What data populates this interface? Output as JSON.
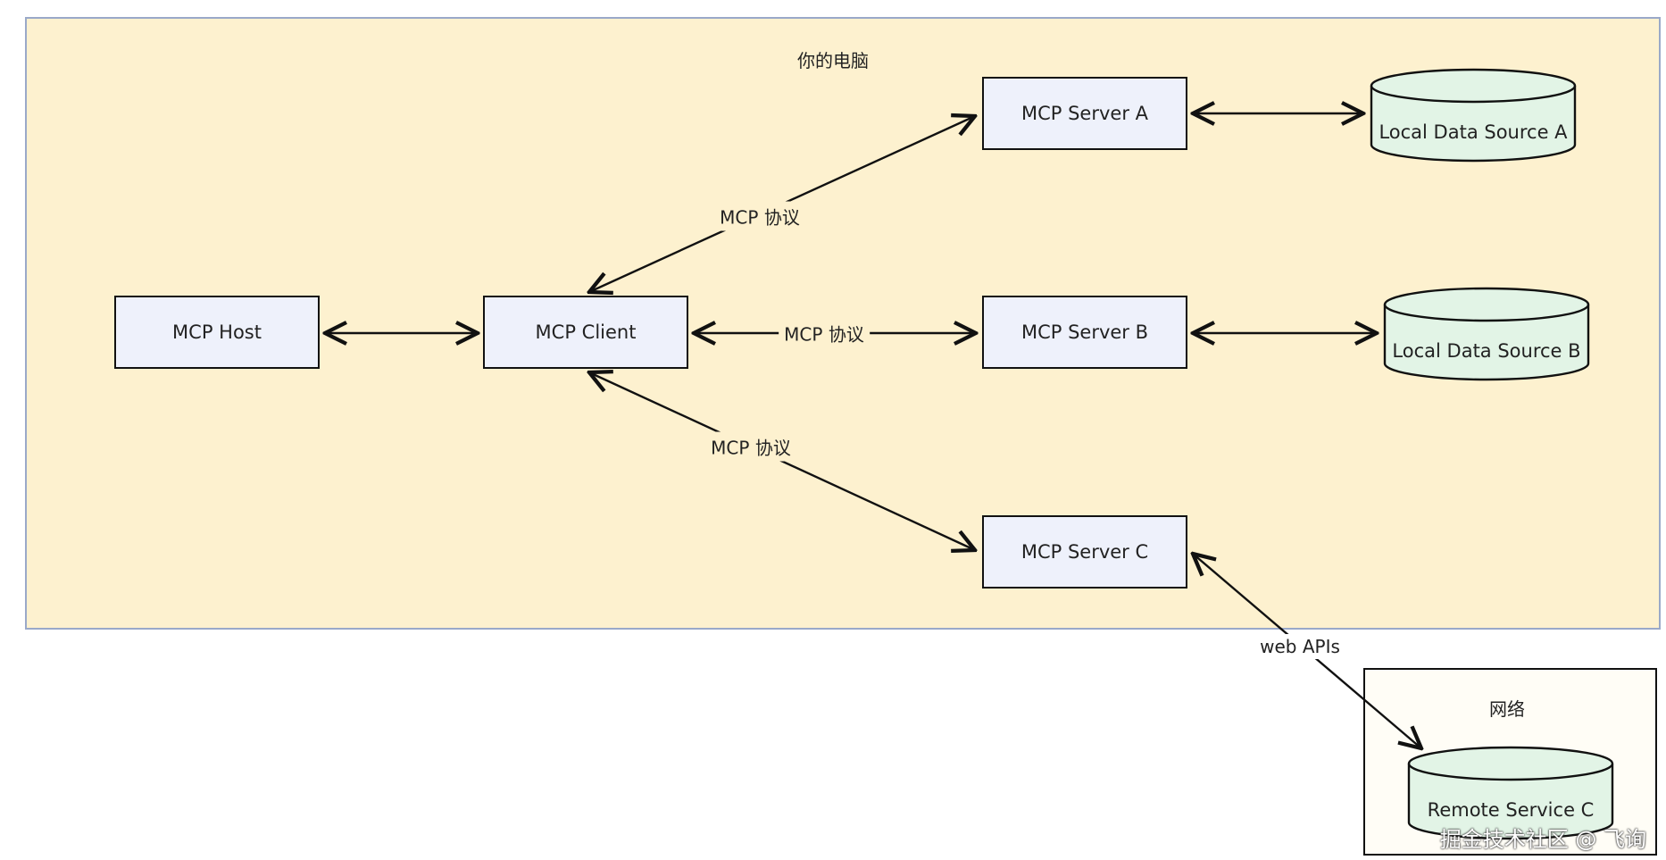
{
  "zones": {
    "computer_title": "你的电脑",
    "network_title": "网络"
  },
  "nodes": {
    "host": "MCP Host",
    "client": "MCP Client",
    "server_a": "MCP Server A",
    "server_b": "MCP Server B",
    "server_c": "MCP Server C",
    "local_a": "Local Data Source A",
    "local_b": "Local Data Source B",
    "remote_c": "Remote Service C"
  },
  "edge_labels": {
    "client_server_a": "MCP 协议",
    "client_server_b": "MCP 协议",
    "client_server_c": "MCP 协议",
    "server_c_remote": "web APIs"
  },
  "colors": {
    "computer_zone": "#fdf1cf",
    "node_fill": "#eef1fb",
    "datasource_fill": "#e2f4e6",
    "stroke": "#111111"
  },
  "watermark": "掘金技术社区 @ 飞询"
}
